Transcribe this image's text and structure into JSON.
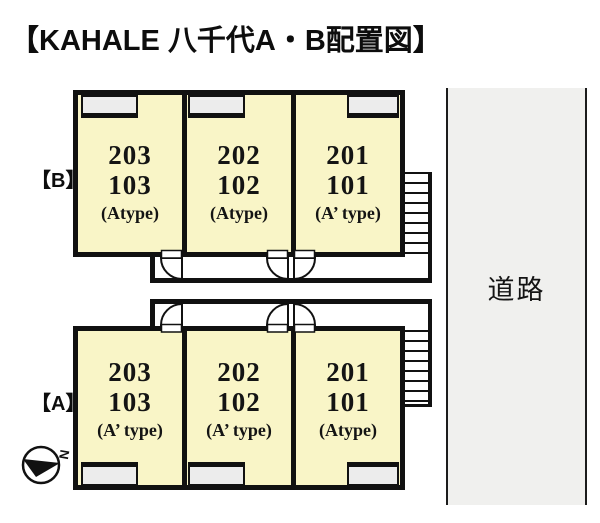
{
  "title": "【KAHALE 八千代A・B配置図】",
  "road": {
    "label": "道路"
  },
  "compass": {
    "north_label": "N"
  },
  "buildings": [
    {
      "id": "B",
      "side_label": "【B】",
      "units": [
        {
          "room_upper": "203",
          "room_lower": "103",
          "type": "(Atype)"
        },
        {
          "room_upper": "202",
          "room_lower": "102",
          "type": "(Atype)"
        },
        {
          "room_upper": "201",
          "room_lower": "101",
          "type": "(A’ type)"
        }
      ]
    },
    {
      "id": "A",
      "side_label": "【A】",
      "units": [
        {
          "room_upper": "203",
          "room_lower": "103",
          "type": "(A’ type)"
        },
        {
          "room_upper": "202",
          "room_lower": "102",
          "type": "(A’ type)"
        },
        {
          "room_upper": "201",
          "room_lower": "101",
          "type": "(Atype)"
        }
      ]
    }
  ],
  "colors": {
    "wall": "#111111",
    "room-fill": "#f9f5c7",
    "balcony-fill": "#ececec",
    "road-fill": "#f0f0ee"
  }
}
